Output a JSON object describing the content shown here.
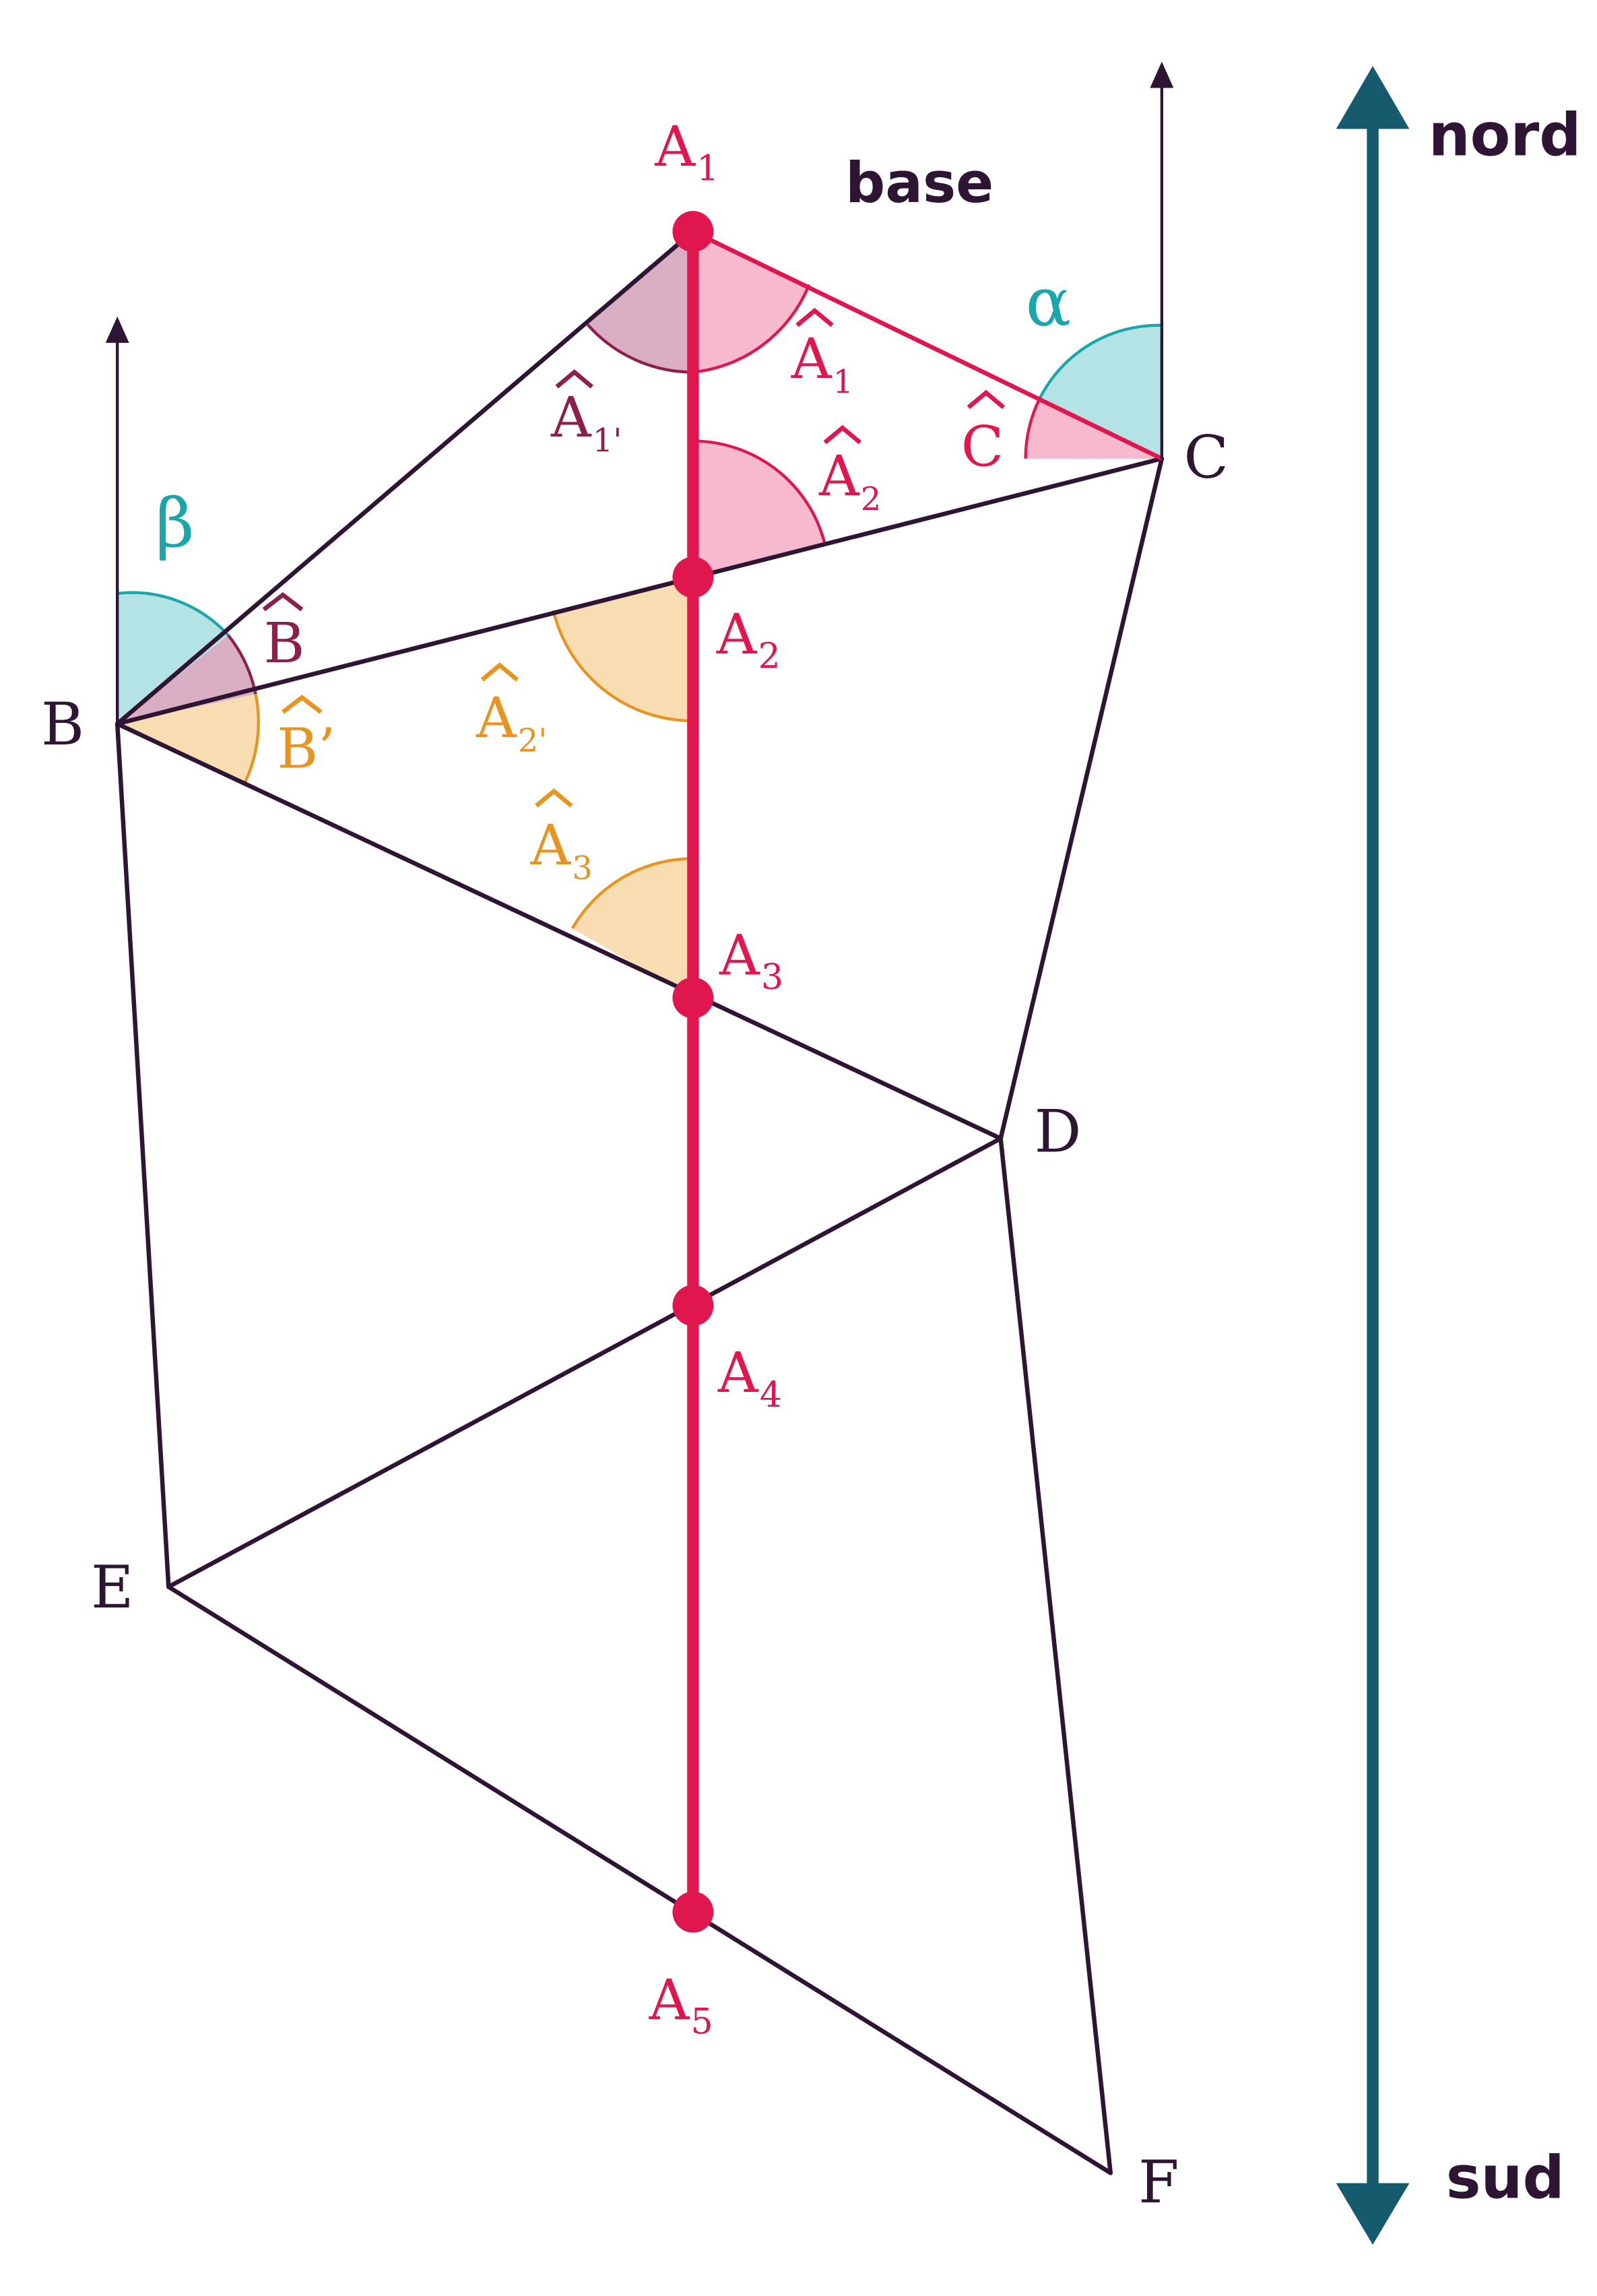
{
  "colors": {
    "line": "#2d1533",
    "meridian": "#e0174f",
    "teal": "#1ba6ab",
    "orange": "#e89420",
    "arrow": "#165a6e",
    "pink_fill": "#f7b9cd",
    "mauve_fill": "#d9adc2",
    "orange_fill": "#f8dcb2",
    "teal_fill": "#b3e3e5",
    "pink_arc": "#e0174f",
    "mauve_arc": "#8d1f4d"
  },
  "labels": {
    "base": "base",
    "nord": "nord",
    "sud": "sud",
    "alpha": "α",
    "beta": "β",
    "points": {
      "A1": {
        "main": "A",
        "sub": "1"
      },
      "A2": {
        "main": "A",
        "sub": "2"
      },
      "A3": {
        "main": "A",
        "sub": "3"
      },
      "A4": {
        "main": "A",
        "sub": "4"
      },
      "A5": {
        "main": "A",
        "sub": "5"
      },
      "B": "B",
      "C": "C",
      "D": "D",
      "E": "E",
      "F": "F"
    },
    "angles": {
      "A1hat": {
        "main": "A",
        "sub": "1"
      },
      "A1p_hat": {
        "main": "A",
        "sub": "1'"
      },
      "A2hat": {
        "main": "A",
        "sub": "2"
      },
      "A2p_hat": {
        "main": "A",
        "sub": "2'"
      },
      "A3hat": {
        "main": "A",
        "sub": "3"
      },
      "Bhat": "B",
      "Bp_hat": "B’",
      "Chat": "C"
    }
  }
}
